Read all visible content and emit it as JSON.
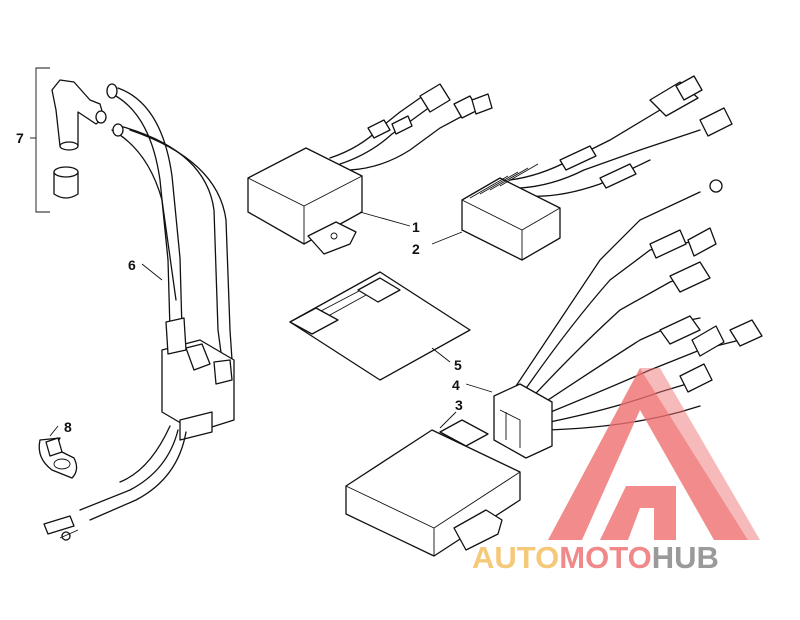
{
  "callouts": {
    "c1": "1",
    "c2": "2",
    "c3": "3",
    "c4": "4",
    "c5": "5",
    "c6": "6",
    "c7": "7",
    "c8": "8"
  },
  "watermark": {
    "part_a": "AUTO",
    "part_b": "MOTO",
    "part_c": "HUB",
    "color_a": "#f5c97a",
    "color_b": "#f08a8a",
    "color_c": "#9a9a9a",
    "logo_color": "#f07070"
  }
}
